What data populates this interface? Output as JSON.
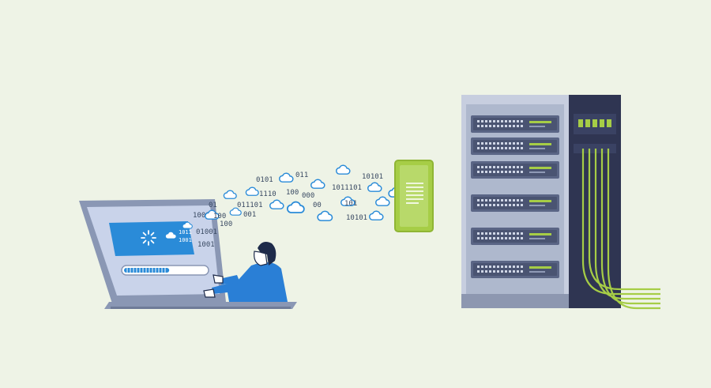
{
  "colors": {
    "background": "#eef3e6",
    "laptop_frame": "#8a97b4",
    "laptop_screen": "#c9d3ea",
    "accent_blue": "#2a8bd8",
    "person_shirt": "#2a7fd6",
    "hair": "#1e2b4a",
    "server_dark": "#2f3552",
    "server_light": "#c7cedf",
    "lime": "#a6cd46"
  },
  "icons": {
    "cloud": "cloud-icon",
    "loading": "loading-spinner-icon",
    "document": "document-icon"
  },
  "progress": {
    "fraction": 0.55
  },
  "binary_stream": {
    "labels": [
      "0101",
      "011",
      "10101",
      "1110",
      "100",
      "000",
      "1011101",
      "00",
      "101",
      "011101",
      "01",
      "100",
      "10101",
      "001",
      "100"
    ]
  },
  "screen_binary": {
    "labels": [
      "1011",
      "1001",
      "1001",
      "01001",
      "1001"
    ]
  },
  "server": {
    "indicator_lights": 5
  }
}
